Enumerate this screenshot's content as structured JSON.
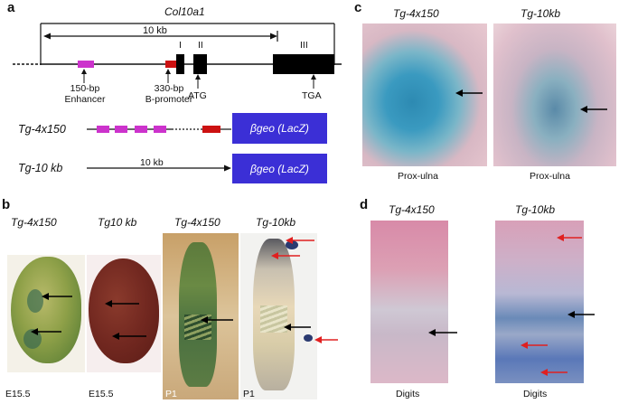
{
  "panel_a": {
    "letter": "a",
    "gene": "Col10a1",
    "span": "10 kb",
    "exon_1": "I",
    "exon_2": "II",
    "exon_3": "III",
    "enhancer": [
      "150-bp",
      "Enhancer"
    ],
    "promoter": [
      "330-bp",
      "B-promoter"
    ],
    "atg": "ATG",
    "tga": "TGA",
    "construct1_name": "Tg-4x150",
    "construct1_reporter": "βgeo (LacZ)",
    "construct2_name": "Tg-10 kb",
    "construct2_span": "10 kb",
    "construct2_reporter": "βgeo (LacZ)",
    "colors": {
      "enhancer": "#cc33cc",
      "promoter": "#cc1111",
      "reporter": "#3b2fd6"
    }
  },
  "panel_b": {
    "letter": "b",
    "labels": [
      "Tg-4x150",
      "Tg10 kb",
      "Tg-4x150",
      "Tg-10kb"
    ],
    "stages": [
      "E15.5",
      "E15.5",
      "P1",
      "P1"
    ]
  },
  "panel_c": {
    "letter": "c",
    "labels": [
      "Tg-4x150",
      "Tg-10kb"
    ],
    "captions": [
      "Prox-ulna",
      "Prox-ulna"
    ]
  },
  "panel_d": {
    "letter": "d",
    "labels": [
      "Tg-4x150",
      "Tg-10kb"
    ],
    "captions": [
      "Digits",
      "Digits"
    ]
  }
}
